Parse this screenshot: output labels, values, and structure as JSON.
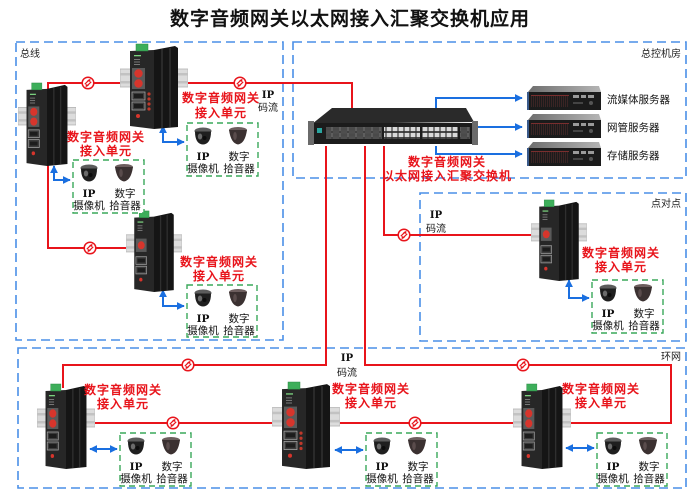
{
  "title": "数字音频网关以太网接入汇聚交换机应用",
  "regions": [
    {
      "id": "bus",
      "label": "总线"
    },
    {
      "id": "control_room",
      "label": "总控机房"
    },
    {
      "id": "point_to_point",
      "label": "点对点"
    },
    {
      "id": "ring",
      "label": "环网"
    }
  ],
  "core_switch": {
    "label_line1": "数字音频网关",
    "label_line2": "以太网接入汇聚交换机"
  },
  "servers": [
    {
      "label": "流媒体服务器"
    },
    {
      "label": "网管服务器"
    },
    {
      "label": "存储服务器"
    }
  ],
  "gateways": [
    {
      "region": "总线",
      "label_line1": "数字音频网关",
      "label_line2": "接入单元"
    },
    {
      "region": "总线",
      "label_line1": "数字音频网关",
      "label_line2": "接入单元"
    },
    {
      "region": "总线",
      "label_line1": "数字音频网关",
      "label_line2": "接入单元"
    },
    {
      "region": "点对点",
      "label_line1": "数字音频网关",
      "label_line2": "接入单元"
    },
    {
      "region": "环网",
      "label_line1": "数字音频网关",
      "label_line2": "接入单元"
    },
    {
      "region": "环网",
      "label_line1": "数字音频网关",
      "label_line2": "接入单元"
    },
    {
      "region": "环网",
      "label_line1": "数字音频网关",
      "label_line2": "接入单元"
    }
  ],
  "endpoints": [
    {
      "camera_line1": "IP",
      "camera_line2": "摄像机",
      "mic_line1": "数字",
      "mic_line2": "拾音器"
    },
    {
      "camera_line1": "IP",
      "camera_line2": "摄像机",
      "mic_line1": "数字",
      "mic_line2": "拾音器"
    },
    {
      "camera_line1": "IP",
      "camera_line2": "摄像机",
      "mic_line1": "数字",
      "mic_line2": "拾音器"
    },
    {
      "camera_line1": "IP",
      "camera_line2": "摄像机",
      "mic_line1": "数字",
      "mic_line2": "拾音器"
    },
    {
      "camera_line1": "IP",
      "camera_line2": "摄像机",
      "mic_line1": "数字",
      "mic_line2": "拾音器"
    },
    {
      "camera_line1": "IP",
      "camera_line2": "摄像机",
      "mic_line1": "数字",
      "mic_line2": "拾音器"
    },
    {
      "camera_line1": "IP",
      "camera_line2": "摄像机",
      "mic_line1": "数字",
      "mic_line2": "拾音器"
    }
  ],
  "stream_labels": [
    {
      "line1": "IP",
      "line2": "码流"
    },
    {
      "line1": "IP",
      "line2": "码流"
    },
    {
      "line1": "IP",
      "line2": "码流"
    }
  ],
  "colors": {
    "fiber_link": "#e8141b",
    "ethernet_link": "#1a6fe0",
    "region_border": "#4a8fe7",
    "endpoint_border": "#3aa85a",
    "gateway_label": "#e8141b"
  }
}
